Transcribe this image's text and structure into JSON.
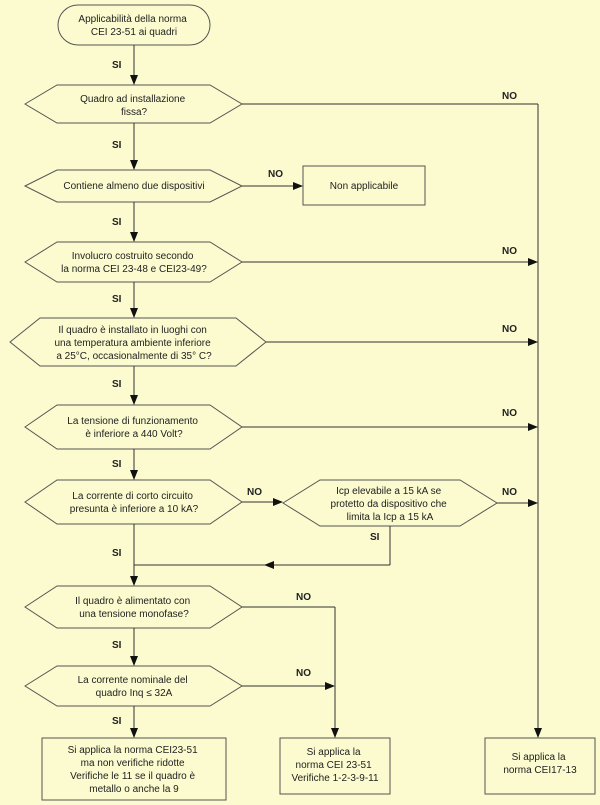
{
  "start": [
    "Applicabilità della norma",
    "CEI 23-51 ai quadri"
  ],
  "decisions": {
    "d1": [
      "Quadro ad installazione",
      "fissa?"
    ],
    "d2": [
      "Contiene almeno due dispositivi"
    ],
    "d3": [
      "Involucro costruito secondo",
      "la norma CEI 23-48 e CEI23-49?"
    ],
    "d4": [
      "Il quadro è installato in luoghi con",
      "una temperatura ambiente inferiore",
      "a 25°C, occasionalmente di 35° C?"
    ],
    "d5": [
      "La tensione di funzionamento",
      "è inferiore a 440 Volt?"
    ],
    "d6": [
      "La corrente di corto circuito",
      "presunta è inferiore a 10 kA?"
    ],
    "d7": [
      "Icp elevabile a 15 kA se",
      "protetto da dispositivo che",
      "limita la Icp a 15 kA"
    ],
    "d8": [
      "Il quadro è alimentato con",
      "una tensione monofase?"
    ],
    "d9": [
      "La corrente nominale del",
      "quadro Inq ≤ 32A"
    ]
  },
  "results": {
    "not_applicable": [
      "Non applicabile"
    ],
    "r1": [
      "Si applica la norma CEI23-51",
      "ma non verifiche ridotte",
      "Verifiche le 11 se il quadro è",
      "metallo o anche la 9"
    ],
    "r2": [
      "Si applica la",
      "norma CEI 23-51",
      "Verifiche 1-2-3-9-11"
    ],
    "r3": [
      "Si applica la",
      "norma CEI17-13"
    ]
  },
  "labels": {
    "yes": "SI",
    "no": "NO"
  }
}
